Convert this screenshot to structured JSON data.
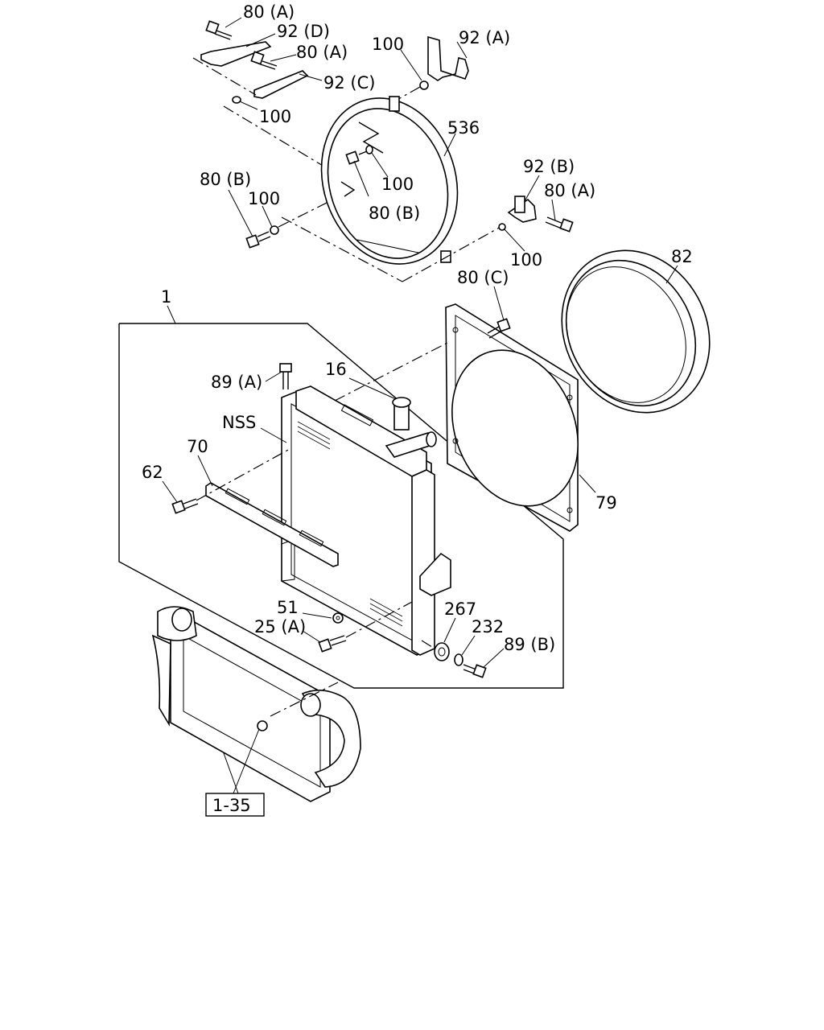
{
  "labels": {
    "l80a_1": "80 (A)",
    "l92d": "92 (D)",
    "l80a_2": "80 (A)",
    "l92c": "92 (C)",
    "l100_1": "100",
    "l100_top": "100",
    "l92a": "92 (A)",
    "l536": "536",
    "l100_2": "100",
    "l80b_1": "80 (B)",
    "l100_3": "100",
    "l80b_2": "80 (B)",
    "l92b": "92 (B)",
    "l80a_3": "80 (A)",
    "l100_4": "100",
    "l82": "82",
    "l80c": "80 (C)",
    "l1": "1",
    "l89a": "89 (A)",
    "l16": "16",
    "lnss": "NSS",
    "l70": "70",
    "l62": "62",
    "l79": "79",
    "l51": "51",
    "l25a": "25 (A)",
    "l267": "267",
    "l232": "232",
    "l89b": "89 (B)",
    "ref": "1-35"
  }
}
